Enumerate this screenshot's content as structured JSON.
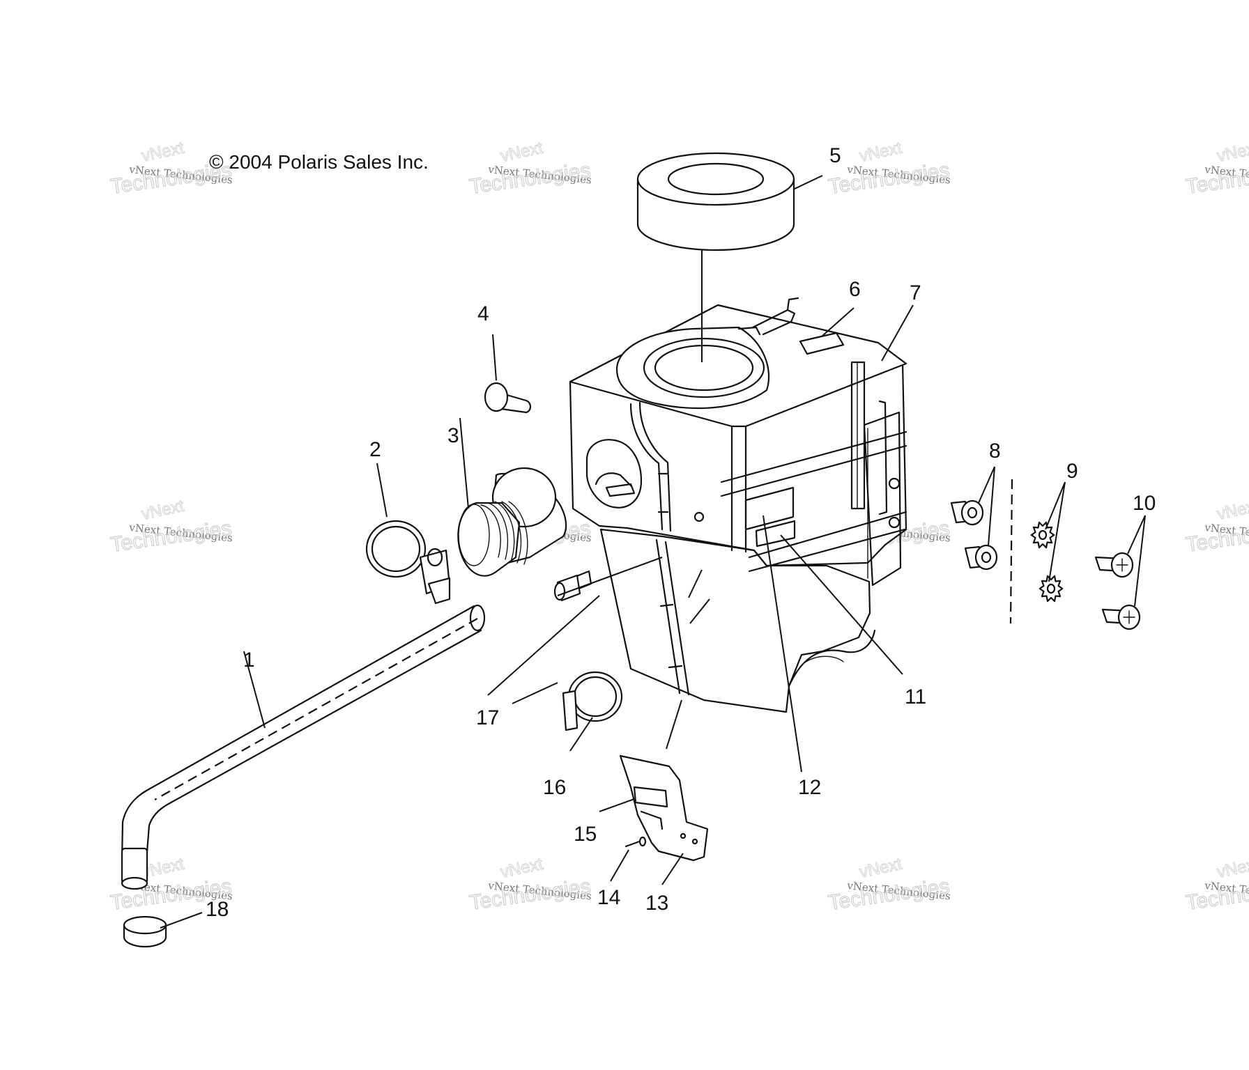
{
  "copyright": "© 2004 Polaris Sales Inc.",
  "watermark": {
    "line_top": "vNext",
    "line_small": "vNext Technologies",
    "line_big": "Technologies"
  },
  "callouts": [
    "1",
    "2",
    "3",
    "4",
    "5",
    "6",
    "7",
    "8",
    "9",
    "10",
    "11",
    "12",
    "13",
    "14",
    "15",
    "16",
    "17",
    "18"
  ]
}
